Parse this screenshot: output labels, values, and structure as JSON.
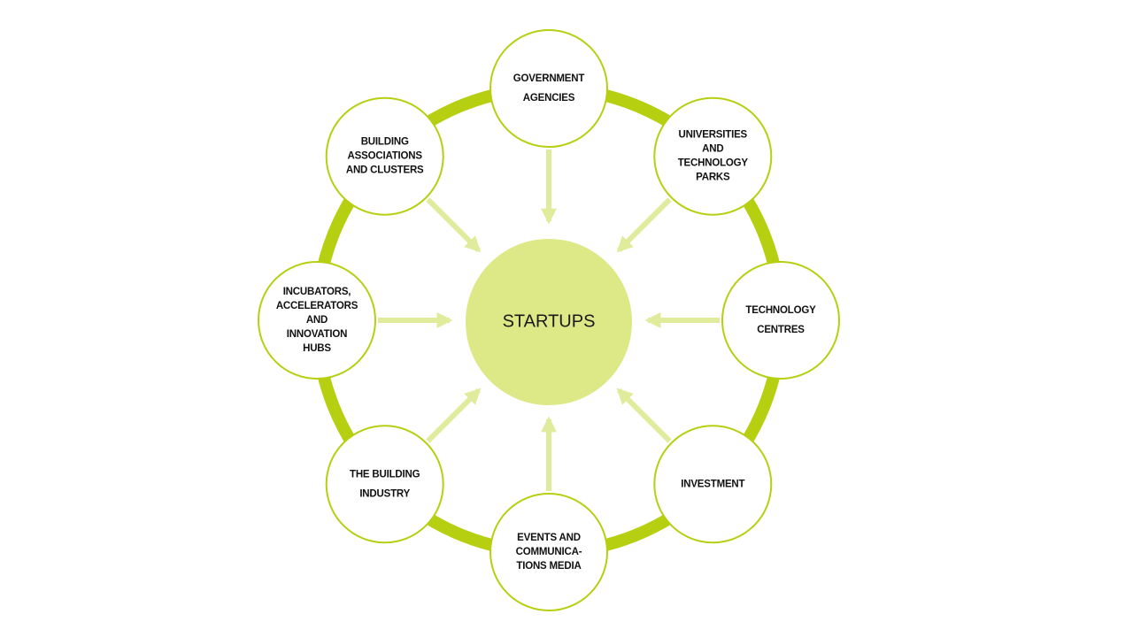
{
  "colors": {
    "ring": "#b6cf11",
    "node_border": "#b6cf11",
    "node_fill": "#ffffff",
    "center_fill": "#dde886",
    "arrow": "#e1eb9c",
    "text": "#111111"
  },
  "center": {
    "label": "STARTUPS"
  },
  "nodes": [
    {
      "id": "government-agencies",
      "lines": [
        "GOVERNMENT",
        "AGENCIES"
      ]
    },
    {
      "id": "universities-and-technology-parks",
      "lines": [
        "UNIVERSITIES",
        "AND",
        "TECHNOLOGY",
        "PARKS"
      ]
    },
    {
      "id": "technology-centres",
      "lines": [
        "TECHNOLOGY",
        "CENTRES"
      ]
    },
    {
      "id": "investment",
      "lines": [
        "INVESTMENT"
      ]
    },
    {
      "id": "events-and-communications-media",
      "lines": [
        "EVENTS AND",
        "COMMUNICA-",
        "TIONS MEDIA"
      ]
    },
    {
      "id": "the-building-industry",
      "lines": [
        "THE BUILDING",
        "INDUSTRY"
      ]
    },
    {
      "id": "incubators-accelerators-and-innovation-hubs",
      "lines": [
        "INCUBATORS,",
        "ACCELERATORS",
        "AND",
        "INNOVATION",
        "HUBS"
      ]
    },
    {
      "id": "building-associations-and-clusters",
      "lines": [
        "BUILDING",
        "ASSOCIATIONS",
        "AND CLUSTERS"
      ]
    }
  ]
}
